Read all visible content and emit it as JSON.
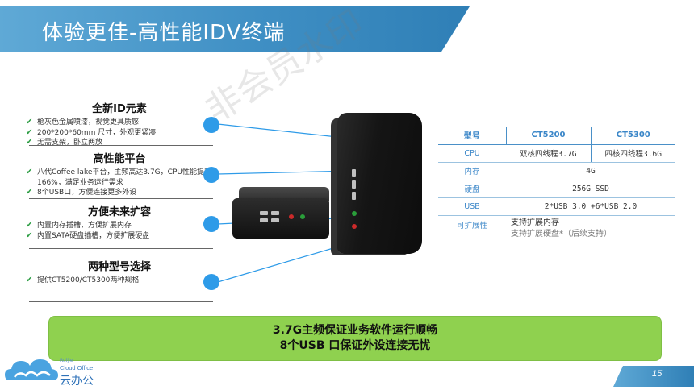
{
  "title": "体验更佳-高性能IDV终端",
  "watermark": "非会员水印",
  "features": [
    {
      "title": "全新ID元素",
      "lines": [
        "枪灰色金属喷漆，视觉更具质感",
        "200*200*60mm 尺寸，外观更紧凑",
        "无需支架，卧立两放"
      ]
    },
    {
      "title": "高性能平台",
      "lines": [
        "八代Coffee lake平台，主频高达3.7G，CPU性能提升166%，满足业务运行需求",
        "8个USB口，方便连接更多外设"
      ]
    },
    {
      "title": "方便未来扩容",
      "lines": [
        "内置内存插槽，方便扩展内存",
        "内置SATA硬盘插槽，方便扩展硬盘"
      ]
    },
    {
      "title": "两种型号选择",
      "lines": [
        "提供CT5200/CT5300两种规格"
      ]
    }
  ],
  "spec_table": {
    "header": [
      "型号",
      "CT5200",
      "CT5300"
    ],
    "rows": {
      "cpu": {
        "label": "CPU",
        "ct5200": "双核四线程3.7G",
        "ct5300": "四核四线程3.6G"
      },
      "memory": {
        "label": "内存",
        "value": "4G"
      },
      "disk": {
        "label": "硬盘",
        "value": "256G SSD"
      },
      "usb": {
        "label": "USB",
        "value": "2*USB 3.0 +6*USB 2.0"
      },
      "expand": {
        "label": "可扩展性",
        "value_main": "支持扩展内存",
        "value_sub": "支持扩展硬盘*（后续支持）"
      }
    }
  },
  "highlight": {
    "line1": "3.7G主频保证业务软件运行顺畅",
    "line2": "8个USB 口保证外设连接无忧"
  },
  "footer": {
    "brand_small": "Ruijie",
    "brand_en": "Cloud Office",
    "brand_cn": "云办公",
    "page_number": "15"
  },
  "colors": {
    "title_bar": "#3f8fc4",
    "accent_blue": "#2e9be8",
    "check_green": "#2e9e45",
    "highlight_green": "#8fd14f"
  }
}
